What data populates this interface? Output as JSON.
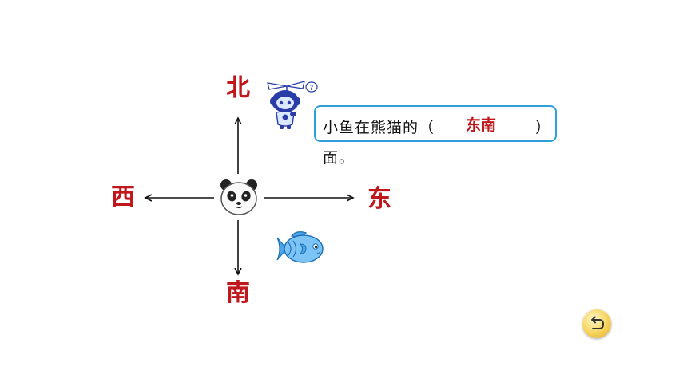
{
  "directions": {
    "north": "北",
    "south": "南",
    "east": "东",
    "west": "西"
  },
  "question": {
    "text_main": "小鱼在熊猫的（",
    "answer": "东南",
    "paren_close": "）",
    "text_cont": "面。"
  },
  "icons": {
    "center": "panda-icon",
    "target": "fish-icon",
    "helper": "robot-icon",
    "back": "undo-icon"
  },
  "colors": {
    "direction_labels": "#c0171c",
    "answer": "#c0171c",
    "callout_border": "#2f9fd8",
    "fish": "#4aa6e8",
    "robot": "#2a3ca8",
    "back_button": "#f6d35a"
  }
}
